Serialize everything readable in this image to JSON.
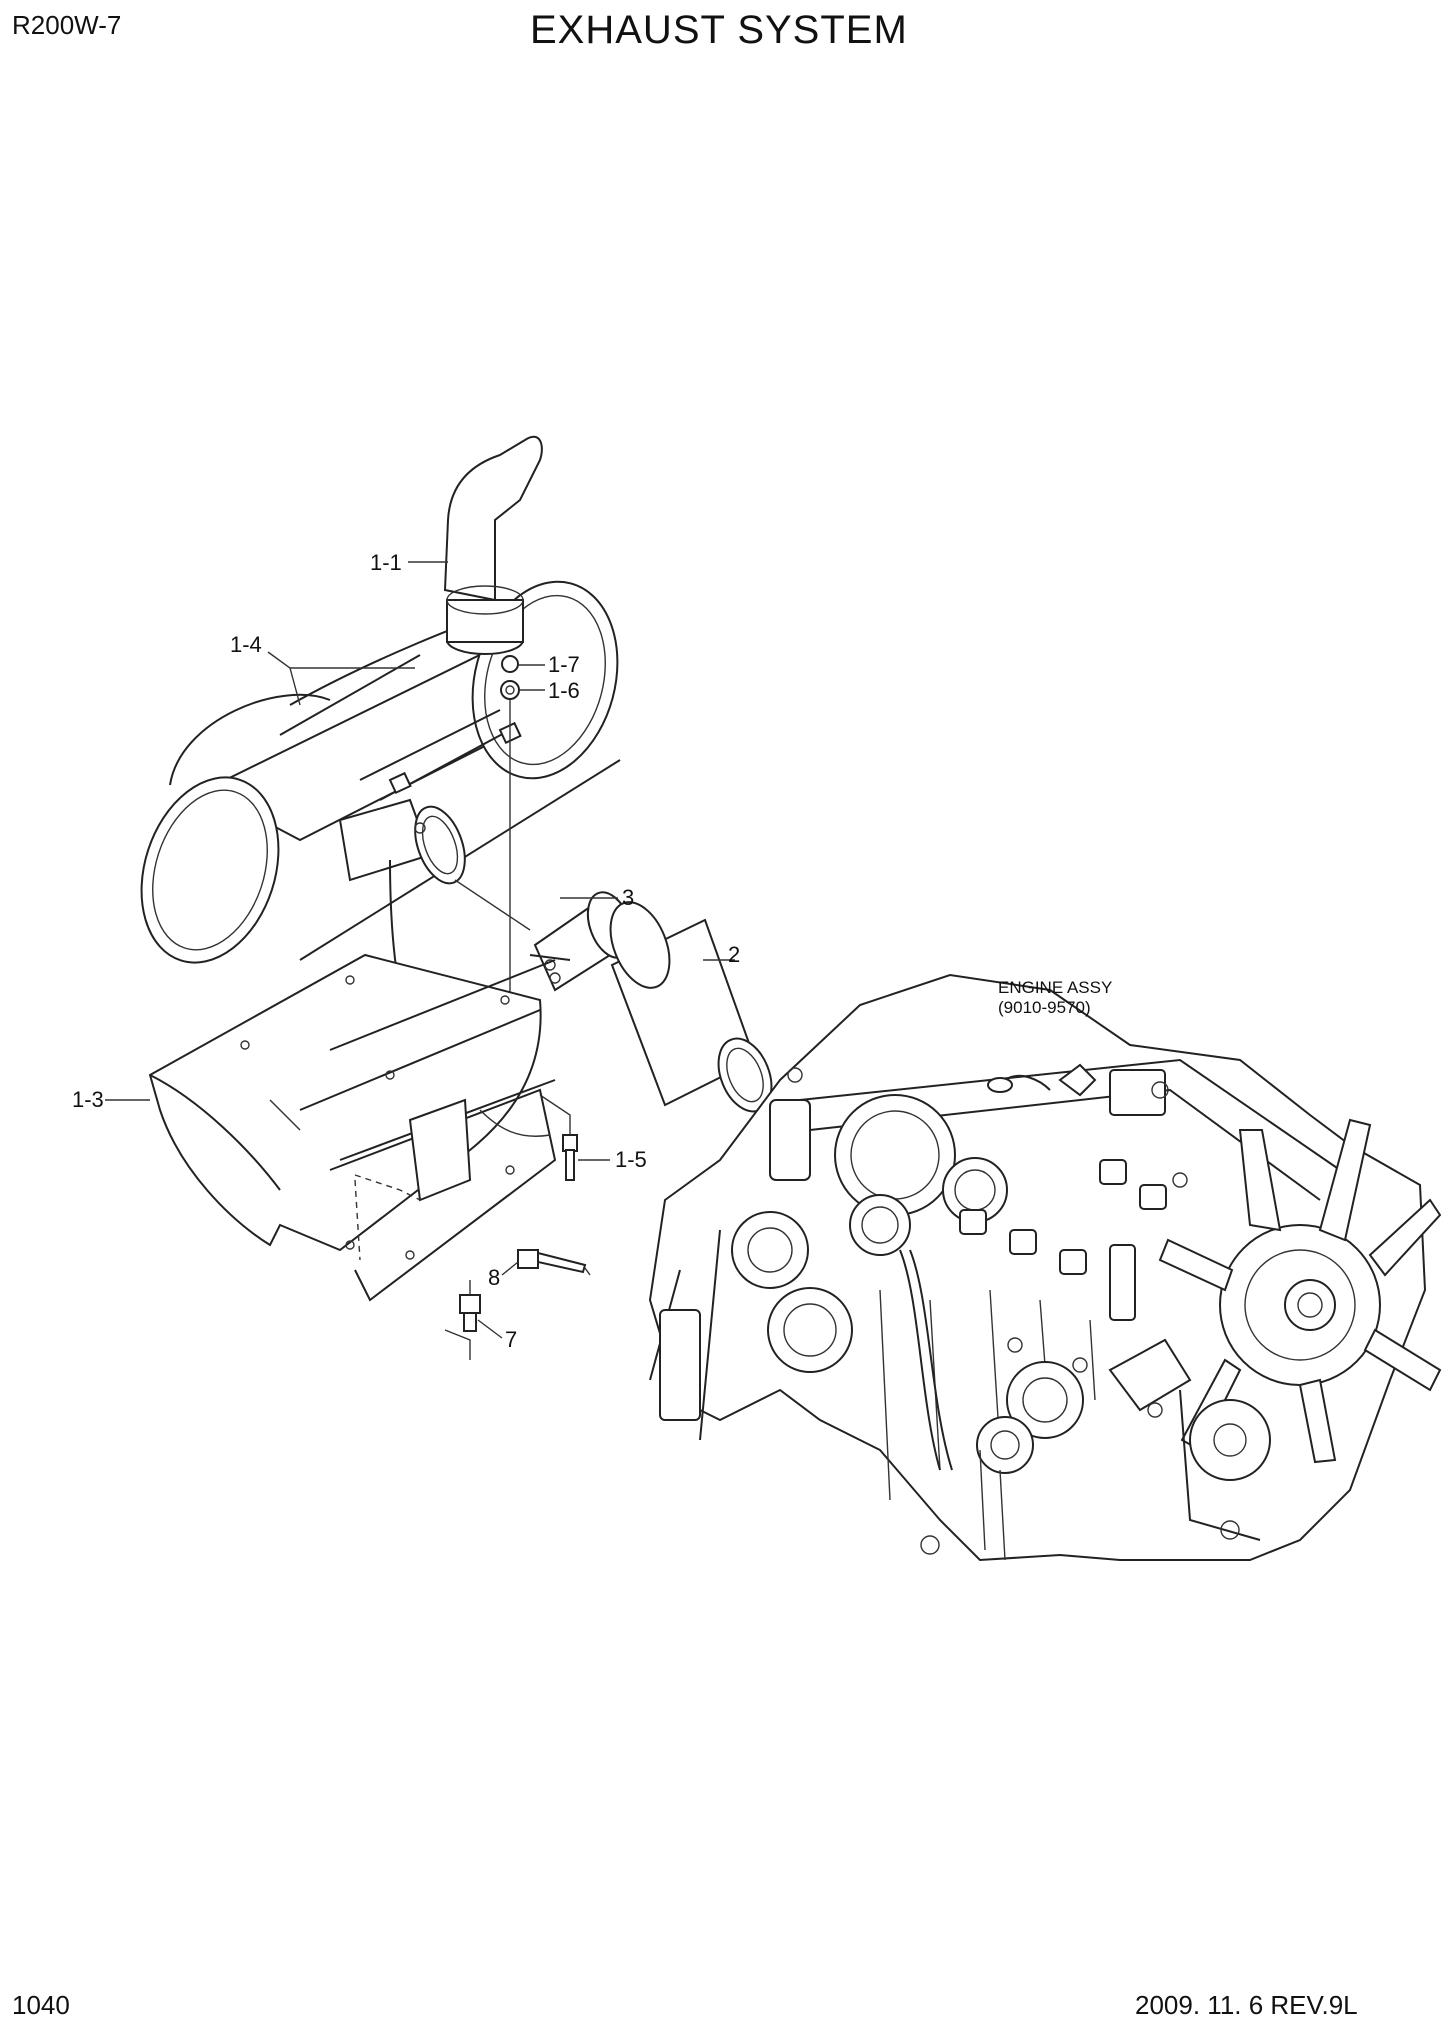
{
  "header": {
    "model": "R200W-7",
    "title": "EXHAUST SYSTEM"
  },
  "footer": {
    "page_number": "1040",
    "revision": "2009. 11. 6  REV.9L"
  },
  "callouts": {
    "c_1_1": "1-1",
    "c_1_4": "1-4",
    "c_1_7": "1-7",
    "c_1_6": "1-6",
    "c_3": "3",
    "c_2": "2",
    "c_1_3": "1-3",
    "c_1_5": "1-5",
    "c_8": "8",
    "c_7": "7"
  },
  "engine": {
    "label": "ENGINE ASSY",
    "part_range": "(9010-9570)"
  }
}
